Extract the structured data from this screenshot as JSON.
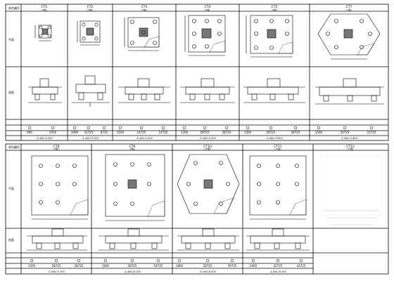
{
  "sheet": {
    "row_label_plan": "平面",
    "row_label_section": "剖面",
    "row_label_col": "承台编号"
  },
  "top_row": {
    "caps": [
      {
        "name": "CT1",
        "sub": "(4桩)",
        "dims": [
          "900",
          "2016"
        ],
        "level": ""
      },
      {
        "name": "CT2",
        "sub": "(4桩)",
        "dims": [
          "1000",
          "12725",
          "8732"
        ],
        "level": ""
      },
      {
        "name": "CT3",
        "sub": "(5桩)",
        "dims": [
          "1100",
          "14725",
          "14725"
        ],
        "level": ""
      },
      {
        "name": "CT4",
        "sub": "(5桩)",
        "dims": [
          "1200",
          "28725",
          "28725"
        ],
        "level": ""
      },
      {
        "name": "CT5",
        "sub": "(6桩)",
        "dims": [
          "1300",
          "28725",
          "28725"
        ],
        "level": ""
      },
      {
        "name": "CT7",
        "sub": "(7桩)",
        "dims": [
          "1500",
          "22725",
          "22725"
        ],
        "level": ""
      }
    ],
    "levels": [
      "-4.400/-5.300",
      "-4.400/-5.300",
      "-4.400/-5.400",
      "-4.400/-5.500",
      "-4.400/-5.600",
      "-4.400/-5.800"
    ]
  },
  "bottom_row": {
    "caps": [
      {
        "name": "CT8",
        "sub": "(8桩)",
        "dims": [
          "1500",
          "28725",
          "28725"
        ]
      },
      {
        "name": "CT9",
        "sub": "(9桩)",
        "dims": [
          "1600",
          "28725",
          "28725"
        ]
      },
      {
        "name": "CT10",
        "sub": "(10桩)",
        "dims": [
          "1800",
          "28725",
          "39725"
        ]
      },
      {
        "name": "CT11",
        "sub": "(11桩)",
        "dims": [
          "2000",
          "42725",
          "43725"
        ]
      },
      {
        "name": "CT12",
        "sub": "(12桩)",
        "dims": [
          "",
          "",
          ""
        ]
      }
    ],
    "levels": [
      "-4.400/-5.300",
      "-4.400/-6.100",
      "-4.400/-6.300",
      "-4.400/-6.300",
      ""
    ]
  }
}
